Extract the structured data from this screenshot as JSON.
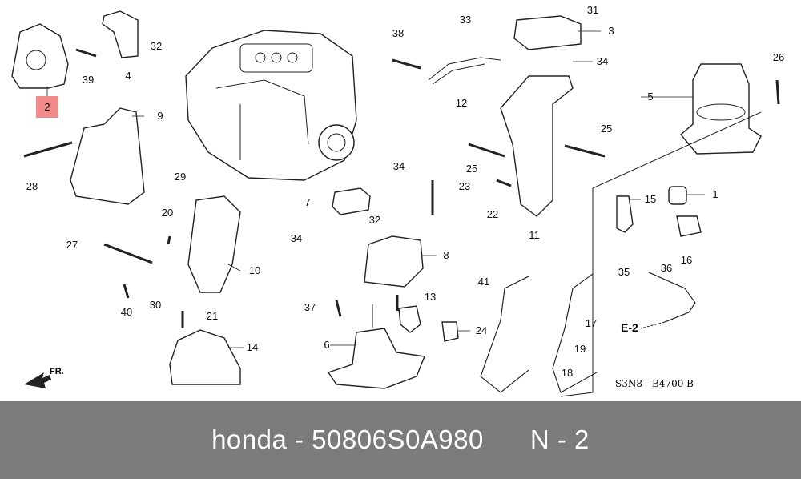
{
  "diagram": {
    "highlight_color": "#f28a8a",
    "highlighted_callout": "2",
    "callouts": [
      "2",
      "39",
      "4",
      "32",
      "9",
      "28",
      "29",
      "20",
      "27",
      "10",
      "40",
      "30",
      "21",
      "14",
      "38",
      "33",
      "31",
      "3",
      "34",
      "12",
      "26",
      "5",
      "25",
      "34",
      "7",
      "23",
      "25",
      "22",
      "32",
      "34",
      "8",
      "11",
      "15",
      "1",
      "36",
      "16",
      "35",
      "41",
      "13",
      "37",
      "24",
      "6",
      "17",
      "19",
      "18"
    ],
    "ref_label": "E-2",
    "diagram_code": "S3N8—B4700 B",
    "front_label": "FR."
  },
  "caption": {
    "brand": "honda",
    "separator": " - ",
    "part_number": "50806S0A980",
    "position": "N - 2"
  }
}
